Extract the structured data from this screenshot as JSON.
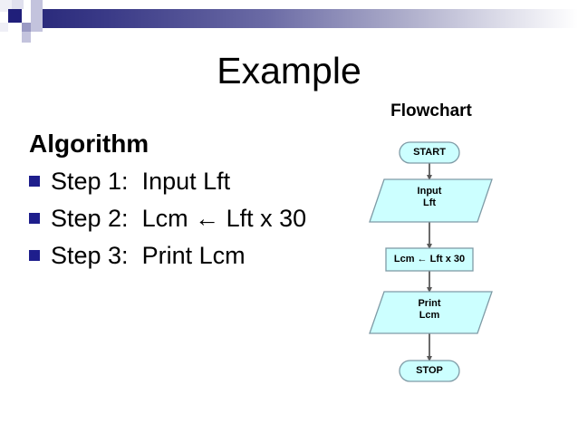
{
  "slide": {
    "title": "Example",
    "background_color": "#ffffff"
  },
  "decoration": {
    "bar_start_color": "#2b2b7c",
    "bar_end_color": "#ffffff",
    "accent_square_color": "#201f7a"
  },
  "algorithm": {
    "heading": "Algorithm",
    "bullet_color": "#1e1e8c",
    "steps": [
      {
        "label": "Step 1:  Input Lft"
      },
      {
        "label": "Step 2:  Lcm ← Lft x 30"
      },
      {
        "label": "Step 3:  Print Lcm"
      }
    ]
  },
  "flowchart": {
    "heading": "Flowchart",
    "shape_fill": "#ccffff",
    "shape_stroke": "#7f9ba6",
    "connector_color": "#595959",
    "nodes": [
      {
        "id": "start",
        "shape": "terminator",
        "text": "START"
      },
      {
        "id": "input",
        "shape": "parallelogram",
        "text_line1": "Input",
        "text_line2": "Lft"
      },
      {
        "id": "process",
        "shape": "rectangle",
        "text": "Lcm ← Lft x 30"
      },
      {
        "id": "print",
        "shape": "parallelogram",
        "text_line1": "Print",
        "text_line2": "Lcm"
      },
      {
        "id": "stop",
        "shape": "terminator",
        "text": "STOP"
      }
    ]
  }
}
